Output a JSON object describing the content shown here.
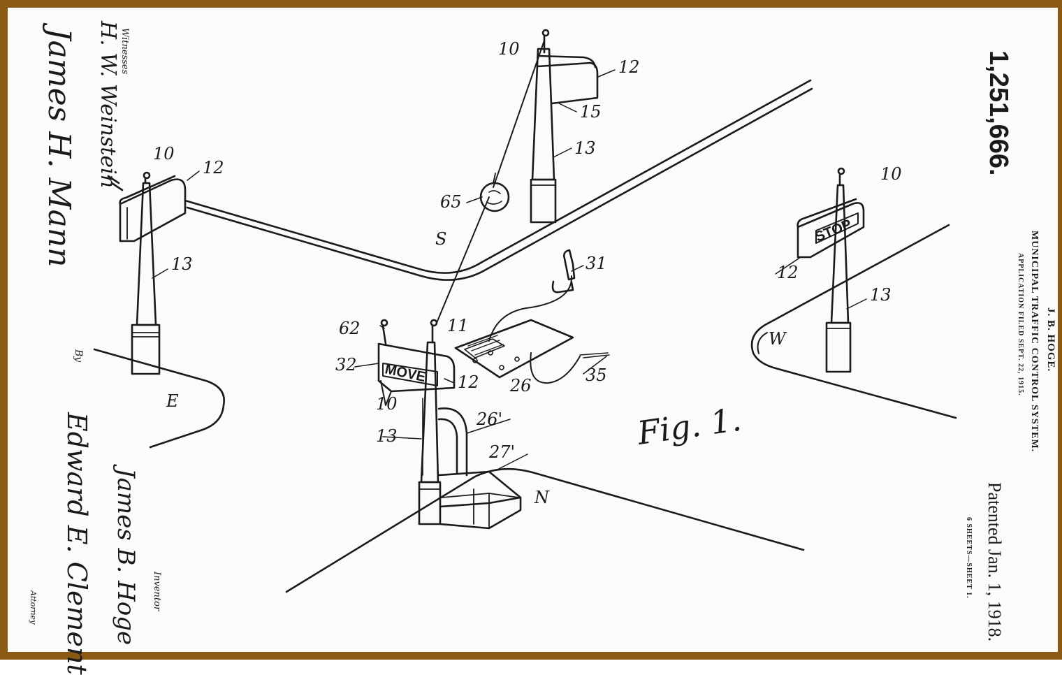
{
  "header": {
    "patent_number": "1,251,666.",
    "inventor": "J. B. HOGE.",
    "title": "MUNICIPAL TRAFFIC CONTROL SYSTEM.",
    "filed": "APPLICATION FILED SEPT. 22, 1915.",
    "patented": "Patented Jan. 1, 1918.",
    "sheets": "6 SHEETS—SHEET 1."
  },
  "figure": {
    "caption": "Fig. 1."
  },
  "signs": {
    "move": "MOVE",
    "stop": "STOP"
  },
  "labels": {
    "n10_left": "10",
    "n12_left": "12",
    "n13_left": "13",
    "n10_top": "10",
    "n12_top": "12",
    "n15_top": "15",
    "n13_top": "13",
    "n10_right": "10",
    "n12_right": "12",
    "n13_right": "13",
    "n65": "65",
    "s": "S",
    "n31": "31",
    "n62": "62",
    "n11": "11",
    "n32": "32",
    "n12_mid": "12",
    "n26": "26",
    "n35": "35",
    "n10_mid": "10",
    "n26p": "26'",
    "n13_mid": "13",
    "n27p": "27'",
    "e": "E",
    "w": "W",
    "n": "N"
  },
  "witnesses": {
    "heading": "Witnesses",
    "sig1": "H. W. Weinstein",
    "sig2": "James H. Mann"
  },
  "inventor_block": {
    "heading": "Inventor",
    "sig1": "James B. Hoge",
    "by": "By",
    "sig2": "Edward E. Clement",
    "attorney": "Attorney"
  }
}
